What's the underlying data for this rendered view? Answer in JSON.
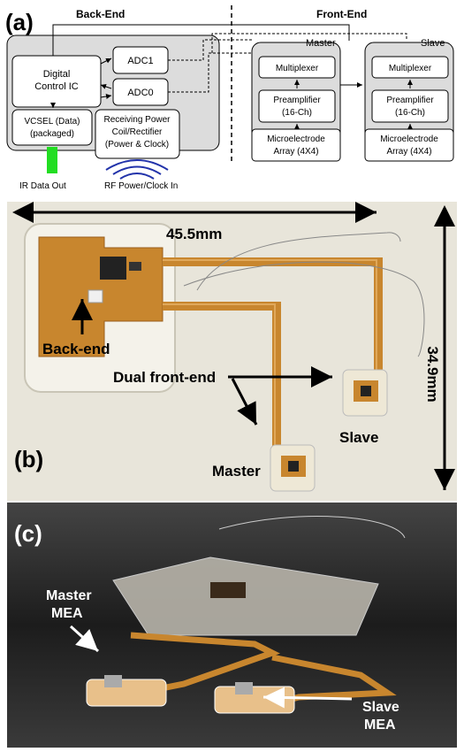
{
  "panel_a": {
    "label": "(a)",
    "backend_title": "Back-End",
    "frontend_title": "Front-End",
    "master_title": "Master",
    "slave_title": "Slave",
    "digital_control": [
      "Digital",
      "Control IC"
    ],
    "adc1": "ADC1",
    "adc0": "ADC0",
    "vcsel": [
      "VCSEL (Data)",
      "(packaged)"
    ],
    "power_coil": [
      "Receiving Power",
      "Coil/Rectifier",
      "(Power & Clock)"
    ],
    "ir_out": "IR Data Out",
    "rf_in": "RF Power/Clock In",
    "multiplexer": "Multiplexer",
    "preamp": [
      "Preamplifier",
      "(16-Ch)"
    ],
    "mea": [
      "Microelectrode",
      "Array (4X4)"
    ]
  },
  "panel_b": {
    "label": "(b)",
    "width_dim": "45.5mm",
    "height_dim": "34.9mm",
    "backend": "Back-end",
    "dual_frontend": "Dual front-end",
    "slave": "Slave",
    "master": "Master"
  },
  "panel_c": {
    "label": "(c)",
    "master_mea": [
      "Master",
      "MEA"
    ],
    "slave_mea": [
      "Slave",
      "MEA"
    ]
  },
  "colors": {
    "box_fill": "#dcdcdc",
    "flex_orange": "#c8862e",
    "ir_green": "#22dd22",
    "rf_blue": "#2233aa"
  }
}
